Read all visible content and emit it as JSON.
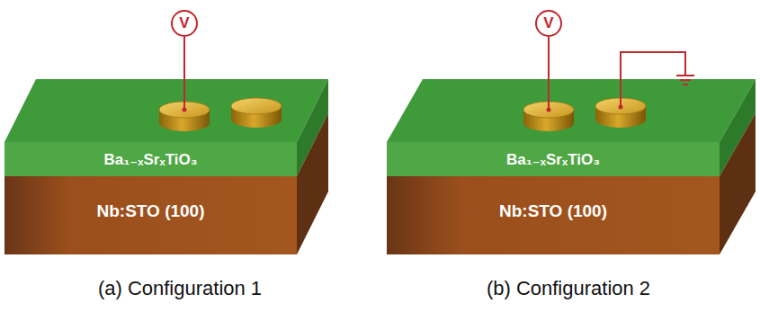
{
  "diagram": {
    "nodes": [
      {
        "text": [
          "V"
        ]
      },
      {
        "text": [
          "Ba₁₋ₓSrₓTiO₃"
        ]
      },
      {
        "text": [
          "Nb:STO (100)"
        ]
      },
      {
        "text": [
          "V"
        ]
      },
      {
        "text": [
          "Ba₁₋ₓSrₓTiO₃"
        ]
      },
      {
        "text": [
          "Nb:STO (100)"
        ]
      }
    ],
    "labels": [
      "(a) Configuration 1",
      "(b) Configuration 2"
    ]
  }
}
